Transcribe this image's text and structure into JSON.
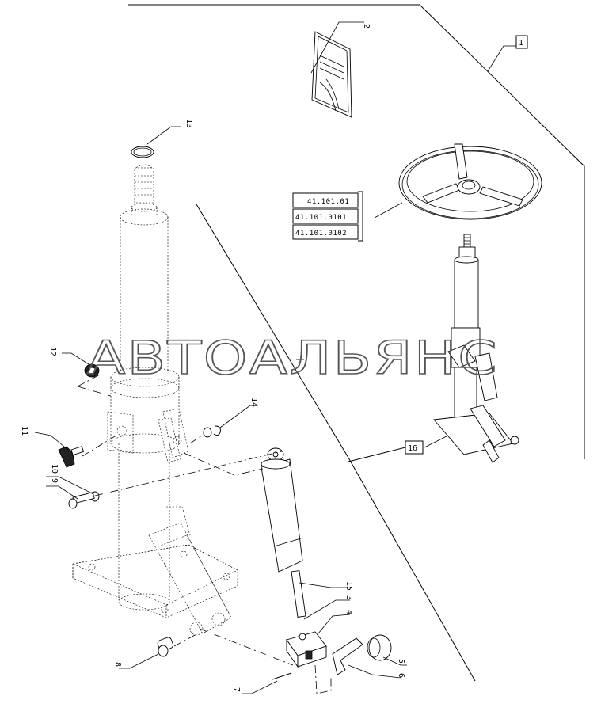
{
  "watermark": "АВТОАЛЬЯНС",
  "callouts": {
    "c1": "1",
    "c2": "2",
    "c3": "3",
    "c4": "4",
    "c5": "5",
    "c6": "6",
    "c7": "7",
    "c8": "8",
    "c9": "9",
    "c10": "10",
    "c11": "11",
    "c12": "12",
    "c13": "13",
    "c14": "14",
    "c15": "15",
    "c16": "16"
  },
  "references": [
    "41.101.01",
    "41.101.0101",
    "41.101.0102"
  ]
}
